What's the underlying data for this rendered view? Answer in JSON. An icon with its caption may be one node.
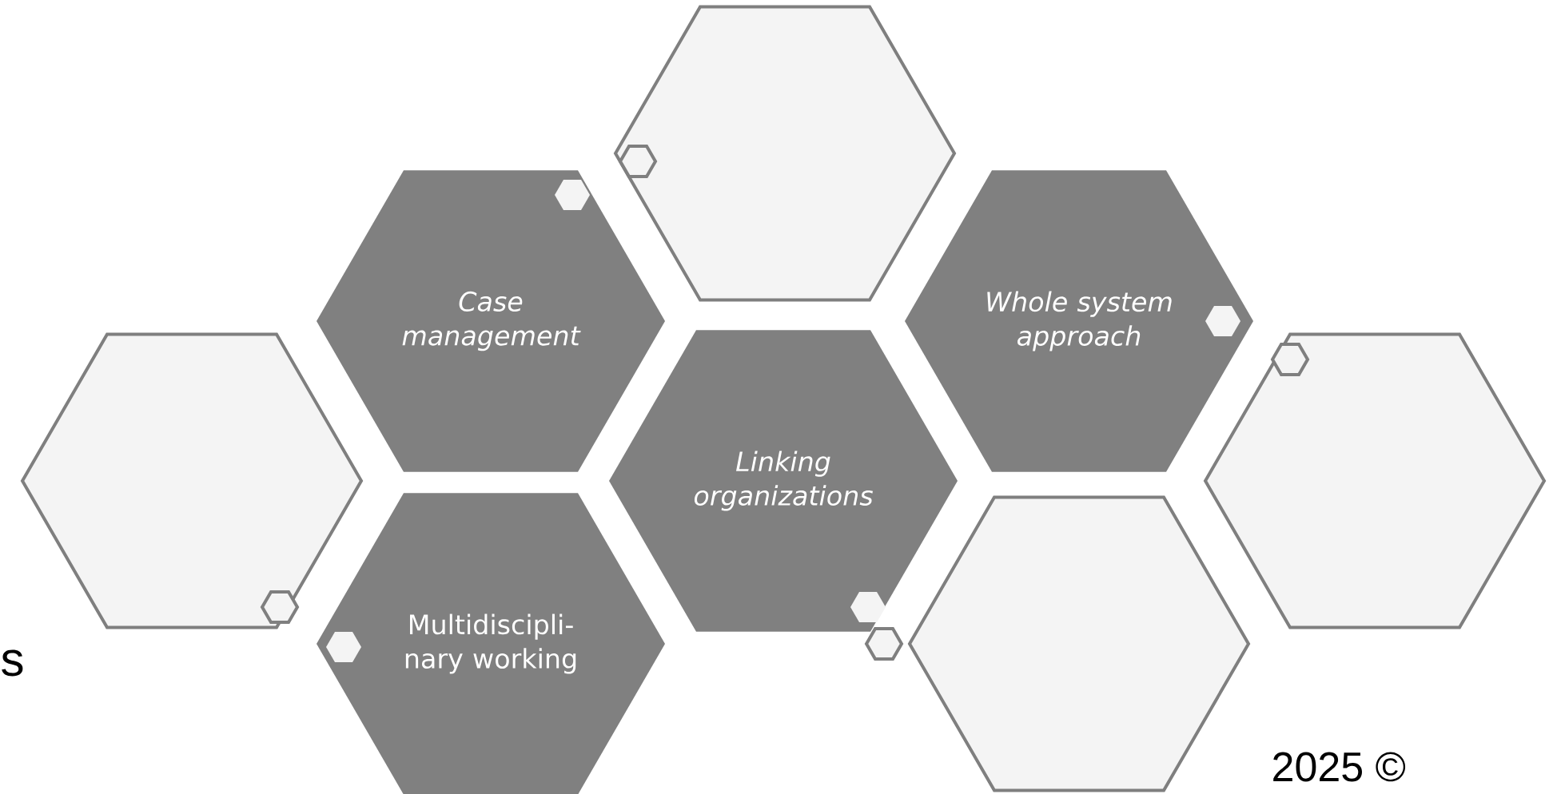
{
  "diagram": {
    "nodes": [
      {
        "text": [],
        "shape": "hexagon"
      },
      {
        "text": [
          "Case management"
        ]
      },
      {
        "text": [
          "Whole system approach"
        ]
      },
      {
        "text": [],
        "shape": "hexagon"
      },
      {
        "text": [
          "Linking organizations"
        ]
      },
      {
        "text": [],
        "shape": "hexagon"
      },
      {
        "text": [
          "Multidiscipli-nary working"
        ]
      },
      {
        "text": [],
        "shape": "hexagon"
      }
    ],
    "labels": [
      "s",
      "2025 ©"
    ]
  }
}
